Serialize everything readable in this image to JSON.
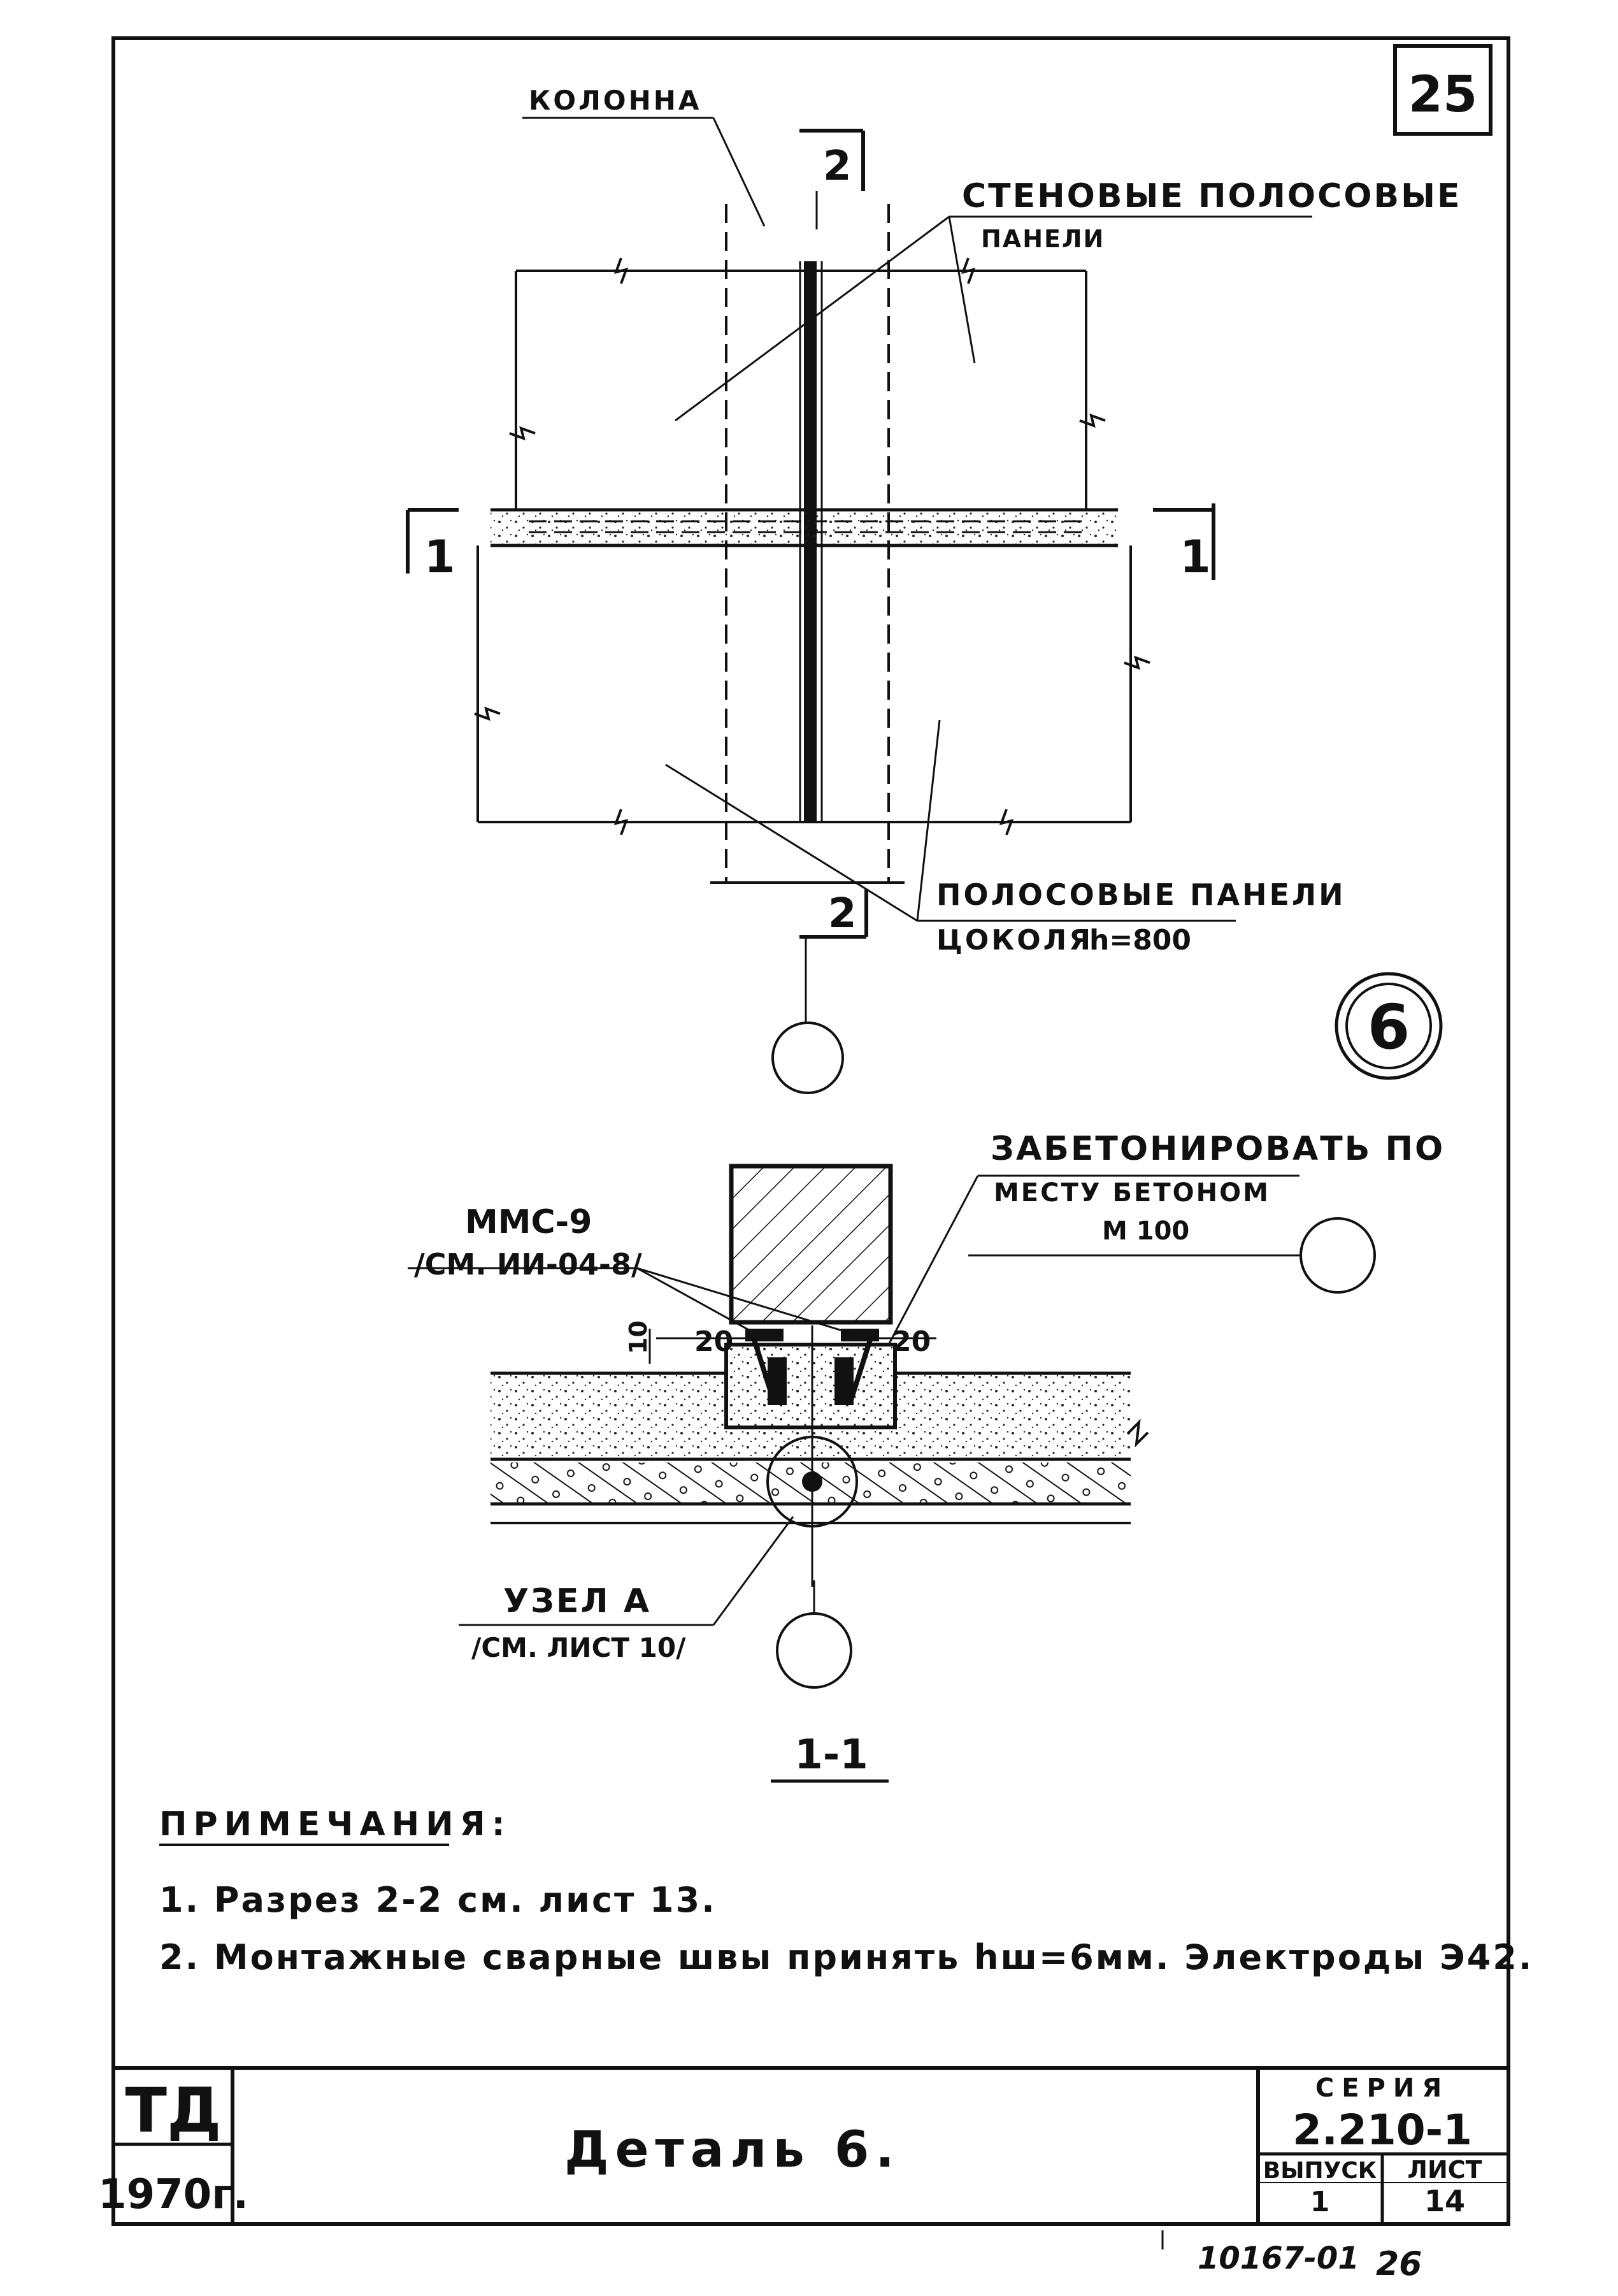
{
  "sheet": {
    "page_number": "25",
    "detail_circle": "6",
    "bottom_note": "10167-01",
    "bottom_page": "26"
  },
  "elevation": {
    "column_label": "КОЛОННА",
    "wall_panels_line1": "СТЕНОВЫЕ ПОЛОСОВЫЕ",
    "wall_panels_line2": "ПАНЕЛИ",
    "plinth_line1": "ПОЛОСОВЫЕ ПАНЕЛИ",
    "plinth_line2": "ЦОКОЛЯ",
    "plinth_height": "h=800",
    "section_2_top": "2",
    "section_2_bottom": "2",
    "section_1_left": "1",
    "section_1_right": "1"
  },
  "section": {
    "concrete_line1": "ЗАБЕТОНИРОВАТЬ ПО",
    "concrete_line2": "МЕСТУ БЕТОНОМ",
    "concrete_line3": "М 100",
    "mms_label": "ММС-9",
    "mms_ref": "/СМ. ИИ-04-8/",
    "node_label": "УЗЕЛ А",
    "node_ref": "/СМ. ЛИСТ 10/",
    "dim_20_left": "20",
    "dim_20_right": "20",
    "dim_10": "10",
    "section_title": "1-1"
  },
  "notes": {
    "heading": "ПРИМЕЧАНИЯ:",
    "items": [
      "1. Разрез 2-2 см. лист 13.",
      "2. Монтажные сварные швы принять hш=6мм. Электроды Э42."
    ]
  },
  "title_block": {
    "org": "ТД",
    "year": "1970г.",
    "title": "Деталь 6.",
    "series_label": "СЕРИЯ",
    "series_value": "2.210-1",
    "issue_label": "ВЫПУСК",
    "issue_value": "1",
    "sheet_label": "ЛИСТ",
    "sheet_value": "14"
  }
}
